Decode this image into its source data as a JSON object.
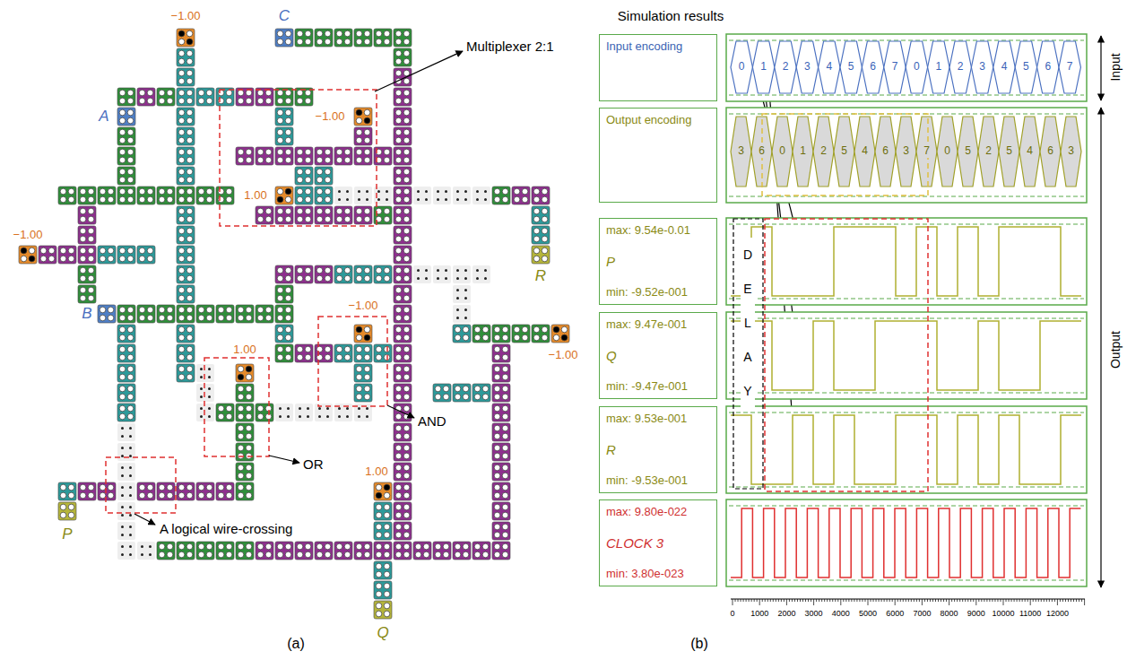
{
  "diagram": {
    "nodes": [
      {
        "text": [
          "Input encoding"
        ]
      },
      {
        "text": [
          "Output encoding"
        ]
      },
      {
        "text": [
          "max: 9.54e-0.01",
          "P",
          "min: -9.52e-001"
        ]
      },
      {
        "text": [
          "max: 9.47e-001",
          "Q",
          "min: -9.47e-001"
        ]
      },
      {
        "text": [
          "max: 9.53e-001",
          "R",
          "min: -9.53e-001"
        ]
      },
      {
        "text": [
          "max: 9.80e-022",
          "CLOCK 3",
          "min: 3.80e-023"
        ]
      }
    ],
    "labels": [
      "−1.00",
      "C",
      "A",
      "Multiplexer 2:1",
      "−1.00",
      "1.00",
      "−1.00",
      "R",
      "B",
      "−1.00",
      "1.00",
      "−1.00",
      "AND",
      "OR",
      "1.00",
      "P",
      "A logical wire-crossing",
      "Q",
      "(a)",
      "Simulation results",
      "Input",
      "0",
      "1",
      "2",
      "3",
      "4",
      "5",
      "6",
      "7",
      "0",
      "1",
      "2",
      "3",
      "4",
      "5",
      "6",
      "7",
      "3",
      "6",
      "0",
      "1",
      "2",
      "5",
      "4",
      "6",
      "3",
      "7",
      "0",
      "5",
      "2",
      "5",
      "4",
      "6",
      "3",
      "DELAY",
      "Output",
      "0",
      "1000",
      "2000",
      "3000",
      "4000",
      "5000",
      "6000",
      "7000",
      "8000",
      "9000",
      "10000",
      "11000",
      "12000",
      "(b)"
    ]
  }
}
